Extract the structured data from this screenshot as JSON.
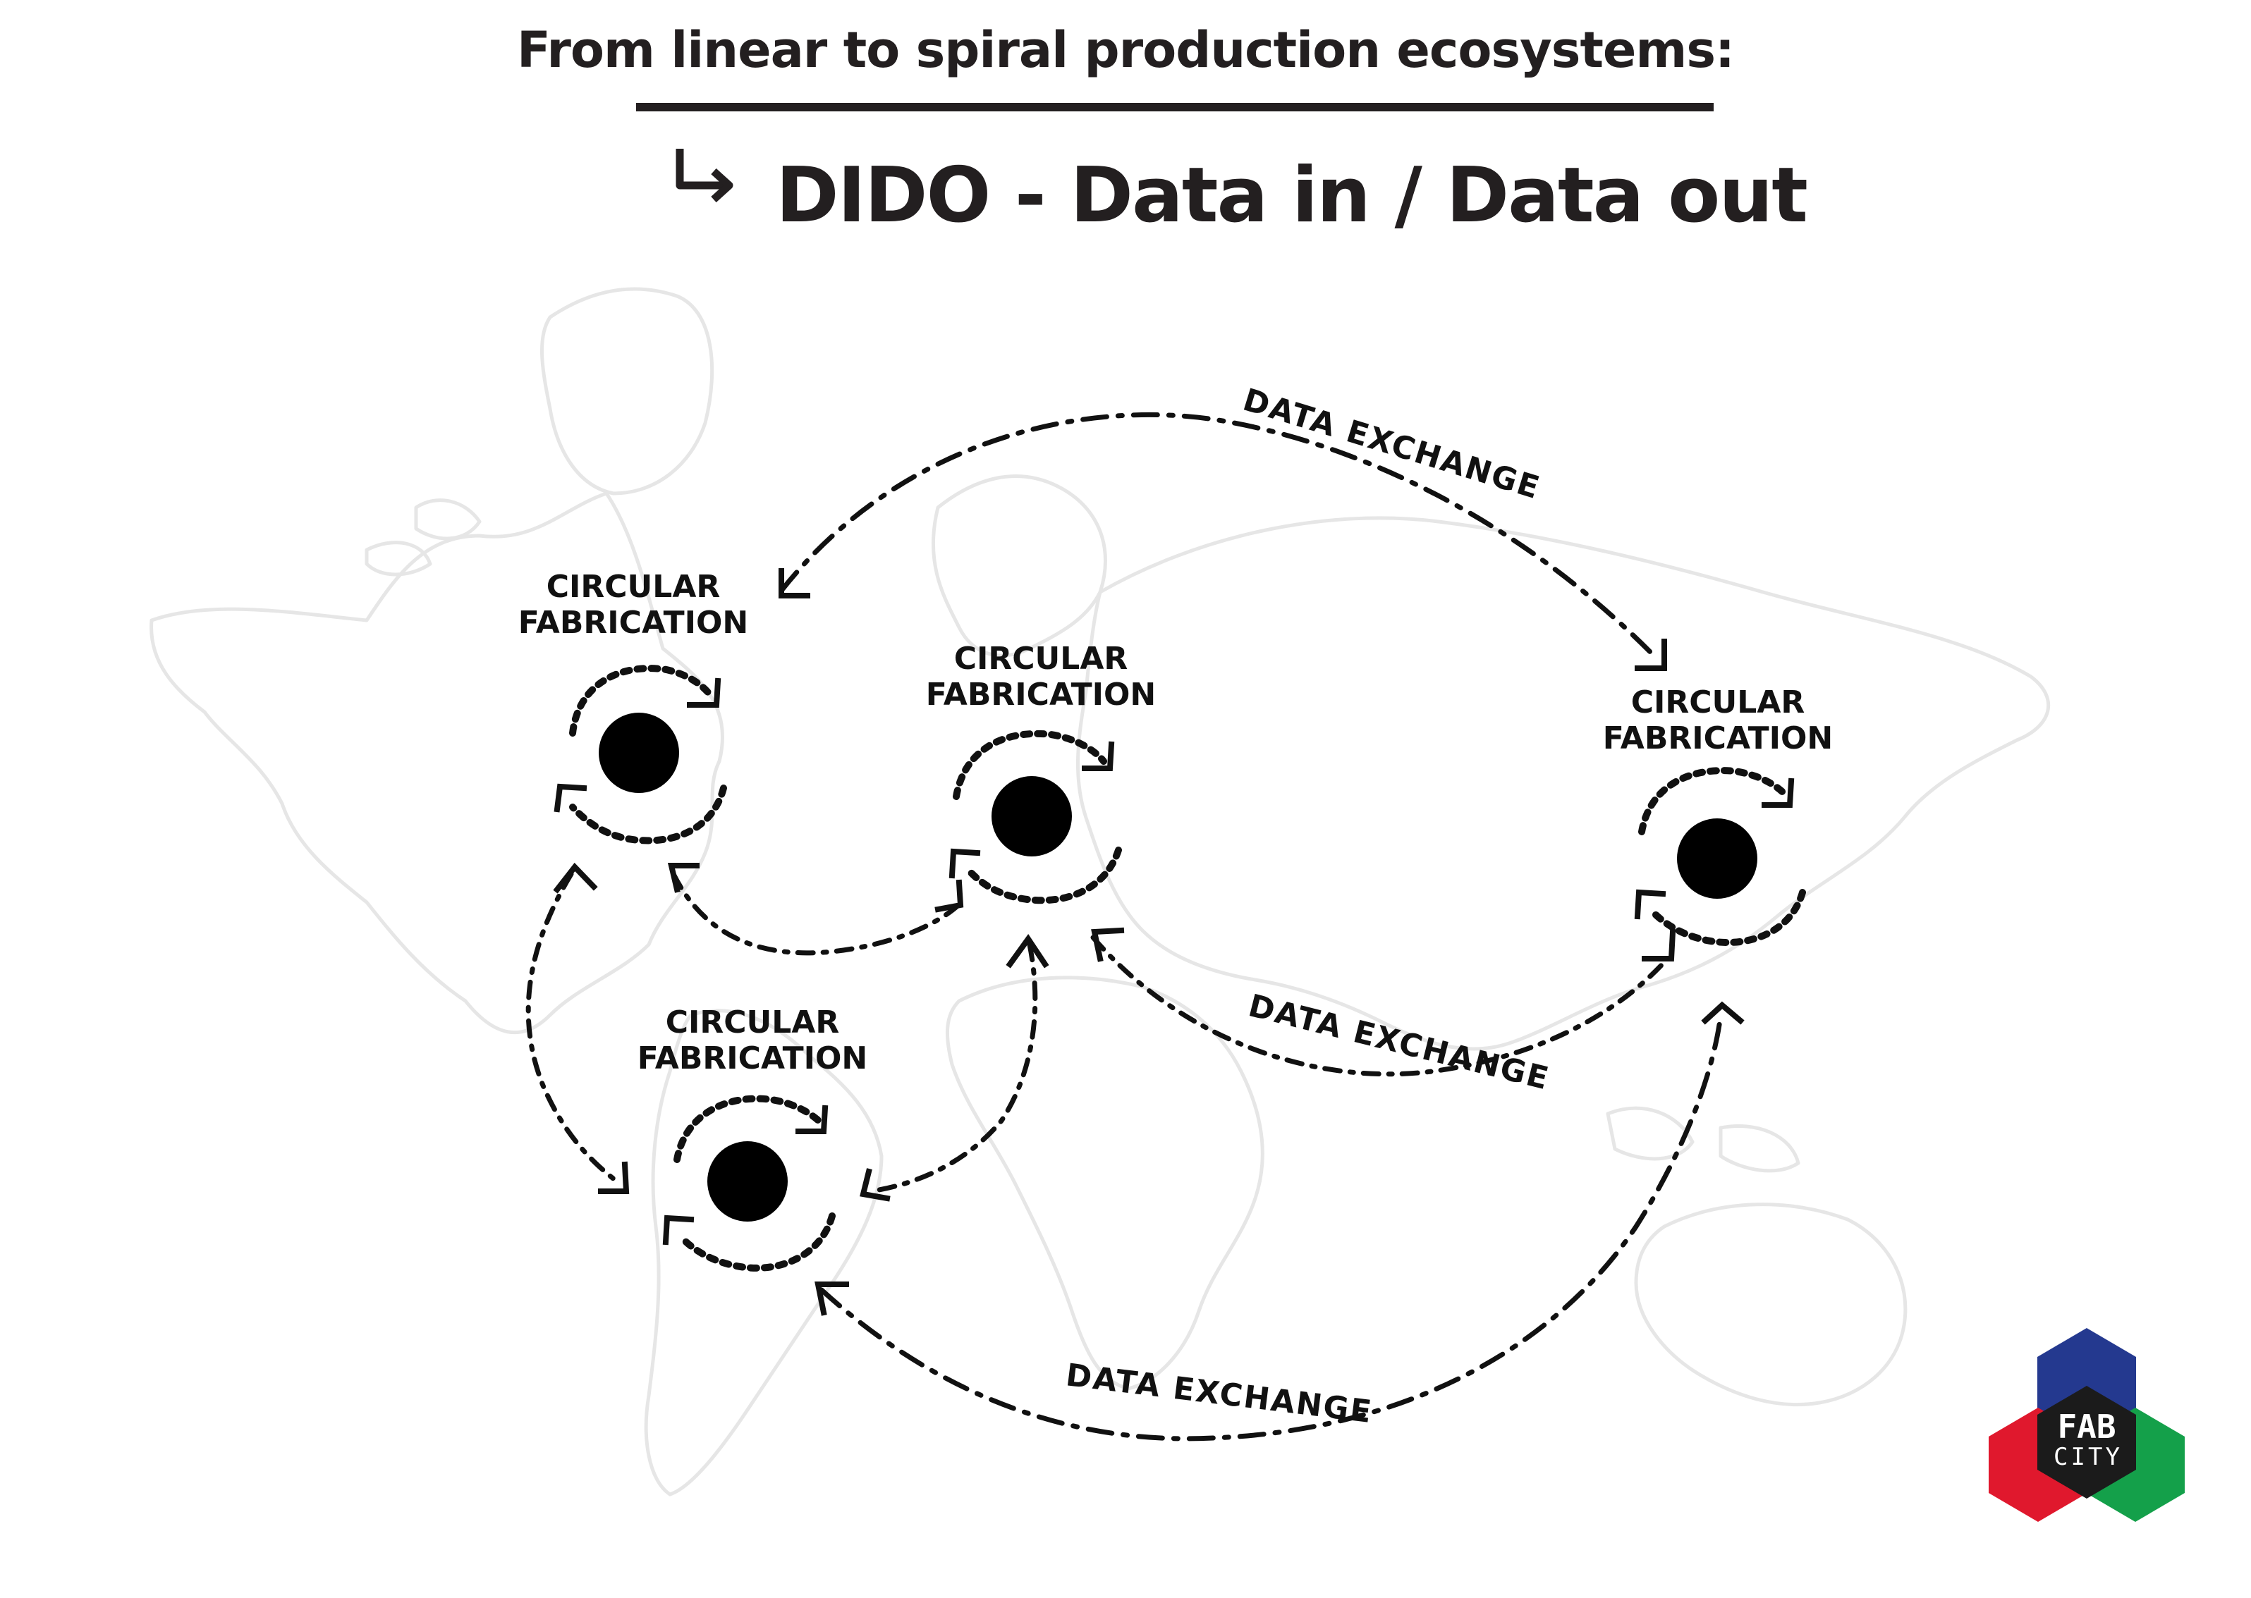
{
  "header": {
    "title": "From linear to spiral production ecosystems:",
    "subtitle": "DIDO - Data in / Data out"
  },
  "diagram": {
    "nodes": [
      {
        "id": "n1",
        "label_line1": "CIRCULAR",
        "label_line2": "FABRICATION"
      },
      {
        "id": "n2",
        "label_line1": "CIRCULAR",
        "label_line2": "FABRICATION"
      },
      {
        "id": "n3",
        "label_line1": "CIRCULAR",
        "label_line2": "FABRICATION"
      },
      {
        "id": "n4",
        "label_line1": "CIRCULAR",
        "label_line2": "FABRICATION"
      }
    ],
    "edge_labels": [
      "DATA EXCHANGE",
      "DATA EXCHANGE",
      "DATA EXCHANGE"
    ]
  },
  "logo": {
    "line1": "FAB",
    "line2": "CITY",
    "colors": {
      "blue": "#24398f",
      "red": "#e0182d",
      "green": "#14a04a",
      "core": "#1b1b1b"
    }
  }
}
